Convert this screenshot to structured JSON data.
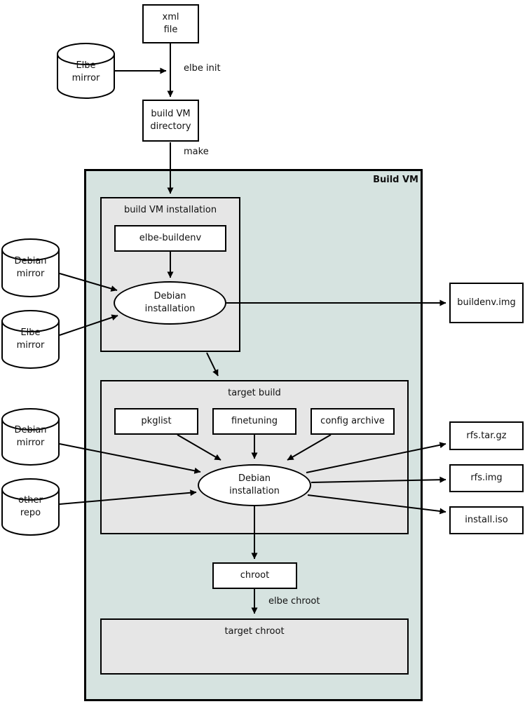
{
  "diagram": {
    "container_title": "Build VM",
    "nodes": {
      "xml_file": "xml\nfile",
      "elbe_mirror_top": "Elbe\nmirror",
      "build_vm_directory": "build VM\ndirectory",
      "build_vm_installation_title": "build VM installation",
      "elbe_buildenv": "elbe-buildenv",
      "debian_installation_vm": "Debian\ninstallation",
      "debian_mirror_vm": "Debian\nmirror",
      "elbe_mirror_vm": "Elbe\nmirror",
      "buildenv_img": "buildenv.img",
      "target_build_title": "target build",
      "pkglist": "pkglist",
      "finetuning": "finetuning",
      "config_archive": "config archive",
      "debian_installation_target": "Debian\ninstallation",
      "debian_mirror_target": "Debian\nmirror",
      "other_repo": "other\nrepo",
      "rfs_tar_gz": "rfs.tar.gz",
      "rfs_img": "rfs.img",
      "install_iso": "install.iso",
      "chroot": "chroot",
      "target_chroot_title": "target chroot"
    },
    "edge_labels": {
      "elbe_init": "elbe init",
      "make": "make",
      "elbe_chroot": "elbe chroot"
    },
    "edges": [
      {
        "from": "xml file",
        "to": "build VM directory",
        "label": "elbe init"
      },
      {
        "from": "Elbe mirror",
        "to": "build VM directory",
        "label": "elbe init"
      },
      {
        "from": "build VM directory",
        "to": "build VM installation",
        "label": "make"
      },
      {
        "from": "elbe-buildenv",
        "to": "Debian installation (build VM)"
      },
      {
        "from": "Debian mirror",
        "to": "Debian installation (build VM)"
      },
      {
        "from": "Elbe mirror",
        "to": "Debian installation (build VM)"
      },
      {
        "from": "Debian installation (build VM)",
        "to": "buildenv.img"
      },
      {
        "from": "build VM installation",
        "to": "target build"
      },
      {
        "from": "pkglist",
        "to": "Debian installation (target build)"
      },
      {
        "from": "finetuning",
        "to": "Debian installation (target build)"
      },
      {
        "from": "config archive",
        "to": "Debian installation (target build)"
      },
      {
        "from": "Debian mirror",
        "to": "Debian installation (target build)"
      },
      {
        "from": "other repo",
        "to": "Debian installation (target build)"
      },
      {
        "from": "Debian installation (target build)",
        "to": "rfs.tar.gz"
      },
      {
        "from": "Debian installation (target build)",
        "to": "rfs.img"
      },
      {
        "from": "Debian installation (target build)",
        "to": "install.iso"
      },
      {
        "from": "Debian installation (target build)",
        "to": "chroot"
      },
      {
        "from": "chroot",
        "to": "target chroot",
        "label": "elbe chroot"
      }
    ],
    "colors": {
      "build_vm_background": "#d6e3e0",
      "group_background": "#e6e6e6",
      "node_background": "#ffffff",
      "line": "#000000"
    }
  }
}
